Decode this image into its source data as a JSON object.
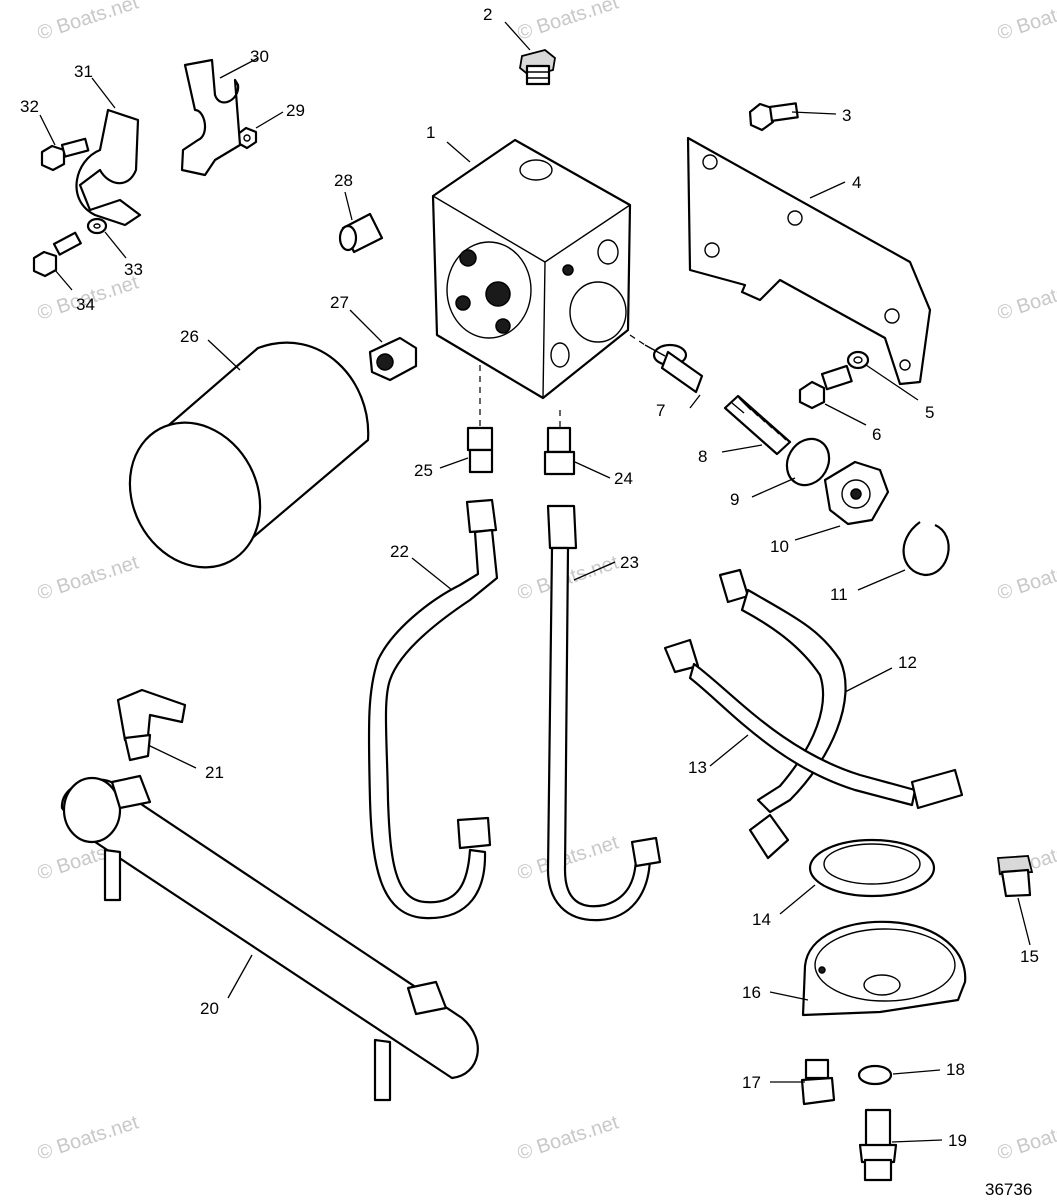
{
  "watermark": "© Boats.net",
  "diagram_code": "36736",
  "callouts": {
    "c1": "1",
    "c2": "2",
    "c3": "3",
    "c4": "4",
    "c5": "5",
    "c6": "6",
    "c7": "7",
    "c8": "8",
    "c9": "9",
    "c10": "10",
    "c11": "11",
    "c12": "12",
    "c13": "13",
    "c14": "14",
    "c15": "15",
    "c16": "16",
    "c17": "17",
    "c18": "18",
    "c19": "19",
    "c20": "20",
    "c21": "21",
    "c22": "22",
    "c23": "23",
    "c24": "24",
    "c25": "25",
    "c26": "26",
    "c27": "27",
    "c28": "28",
    "c29": "29",
    "c30": "30",
    "c31": "31",
    "c32": "32",
    "c33": "33",
    "c34": "34"
  }
}
